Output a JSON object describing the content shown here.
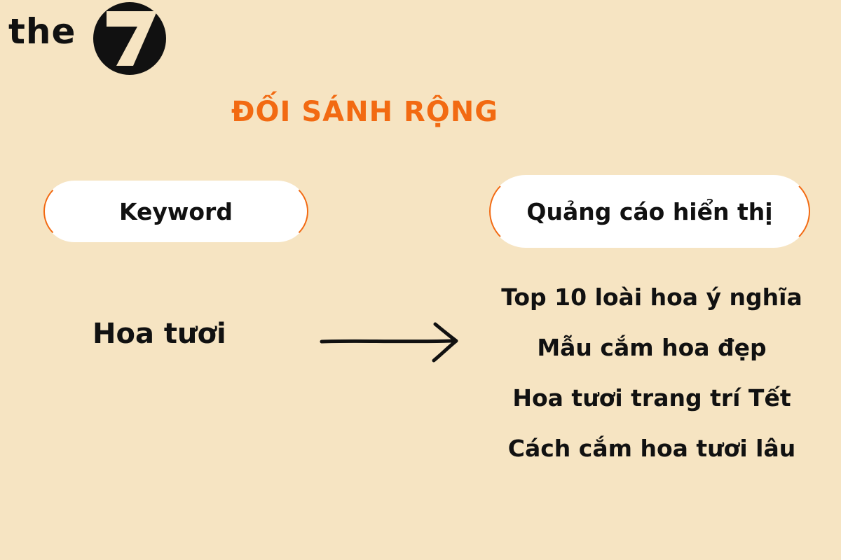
{
  "logo": {
    "text": "the",
    "mark_glyph": "7"
  },
  "title": "ĐỐI SÁNH RỘNG",
  "columns": {
    "left_header": "Keyword",
    "right_header": "Quảng cáo hiển thị"
  },
  "keyword": "Hoa tươi",
  "arrow_icon": "right-arrow-icon",
  "results": [
    "Top 10 loài hoa ý nghĩa",
    "Mẫu cắm hoa đẹp",
    "Hoa tươi trang trí Tết",
    "Cách cắm hoa tươi lâu"
  ],
  "colors": {
    "background": "#f6e4c2",
    "accent": "#f26a12",
    "text": "#111111",
    "pill_fill": "#ffffff"
  }
}
